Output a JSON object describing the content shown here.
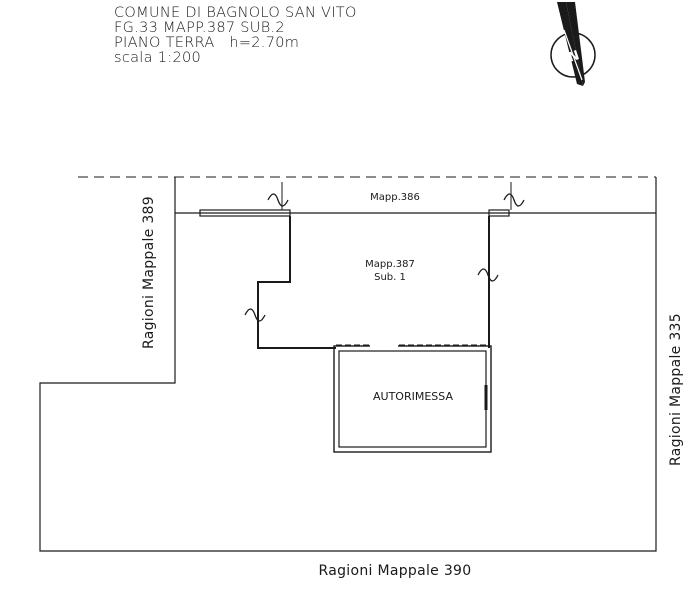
{
  "header": {
    "line1": "COMUNE DI BAGNOLO SAN VITO",
    "line2": "FG.33 MAPP.387 SUB.2",
    "line3": "PIANO TERRA   h=2.70m",
    "line4": "scala 1:200"
  },
  "compass": {
    "icon": "north-arrow-icon",
    "letter": "N"
  },
  "labels": {
    "mapp_386": "Mapp.386",
    "mapp_387": "Mapp.387",
    "sub": "Sub. 1",
    "garage": "AUTORIMESSA",
    "left_boundary": "Ragioni Mappale 389",
    "right_boundary": "Ragioni Mappale 335",
    "bottom_boundary": "Ragioni Mappale 390"
  },
  "colors": {
    "ink": "#1a1a1a",
    "background": "#ffffff"
  }
}
